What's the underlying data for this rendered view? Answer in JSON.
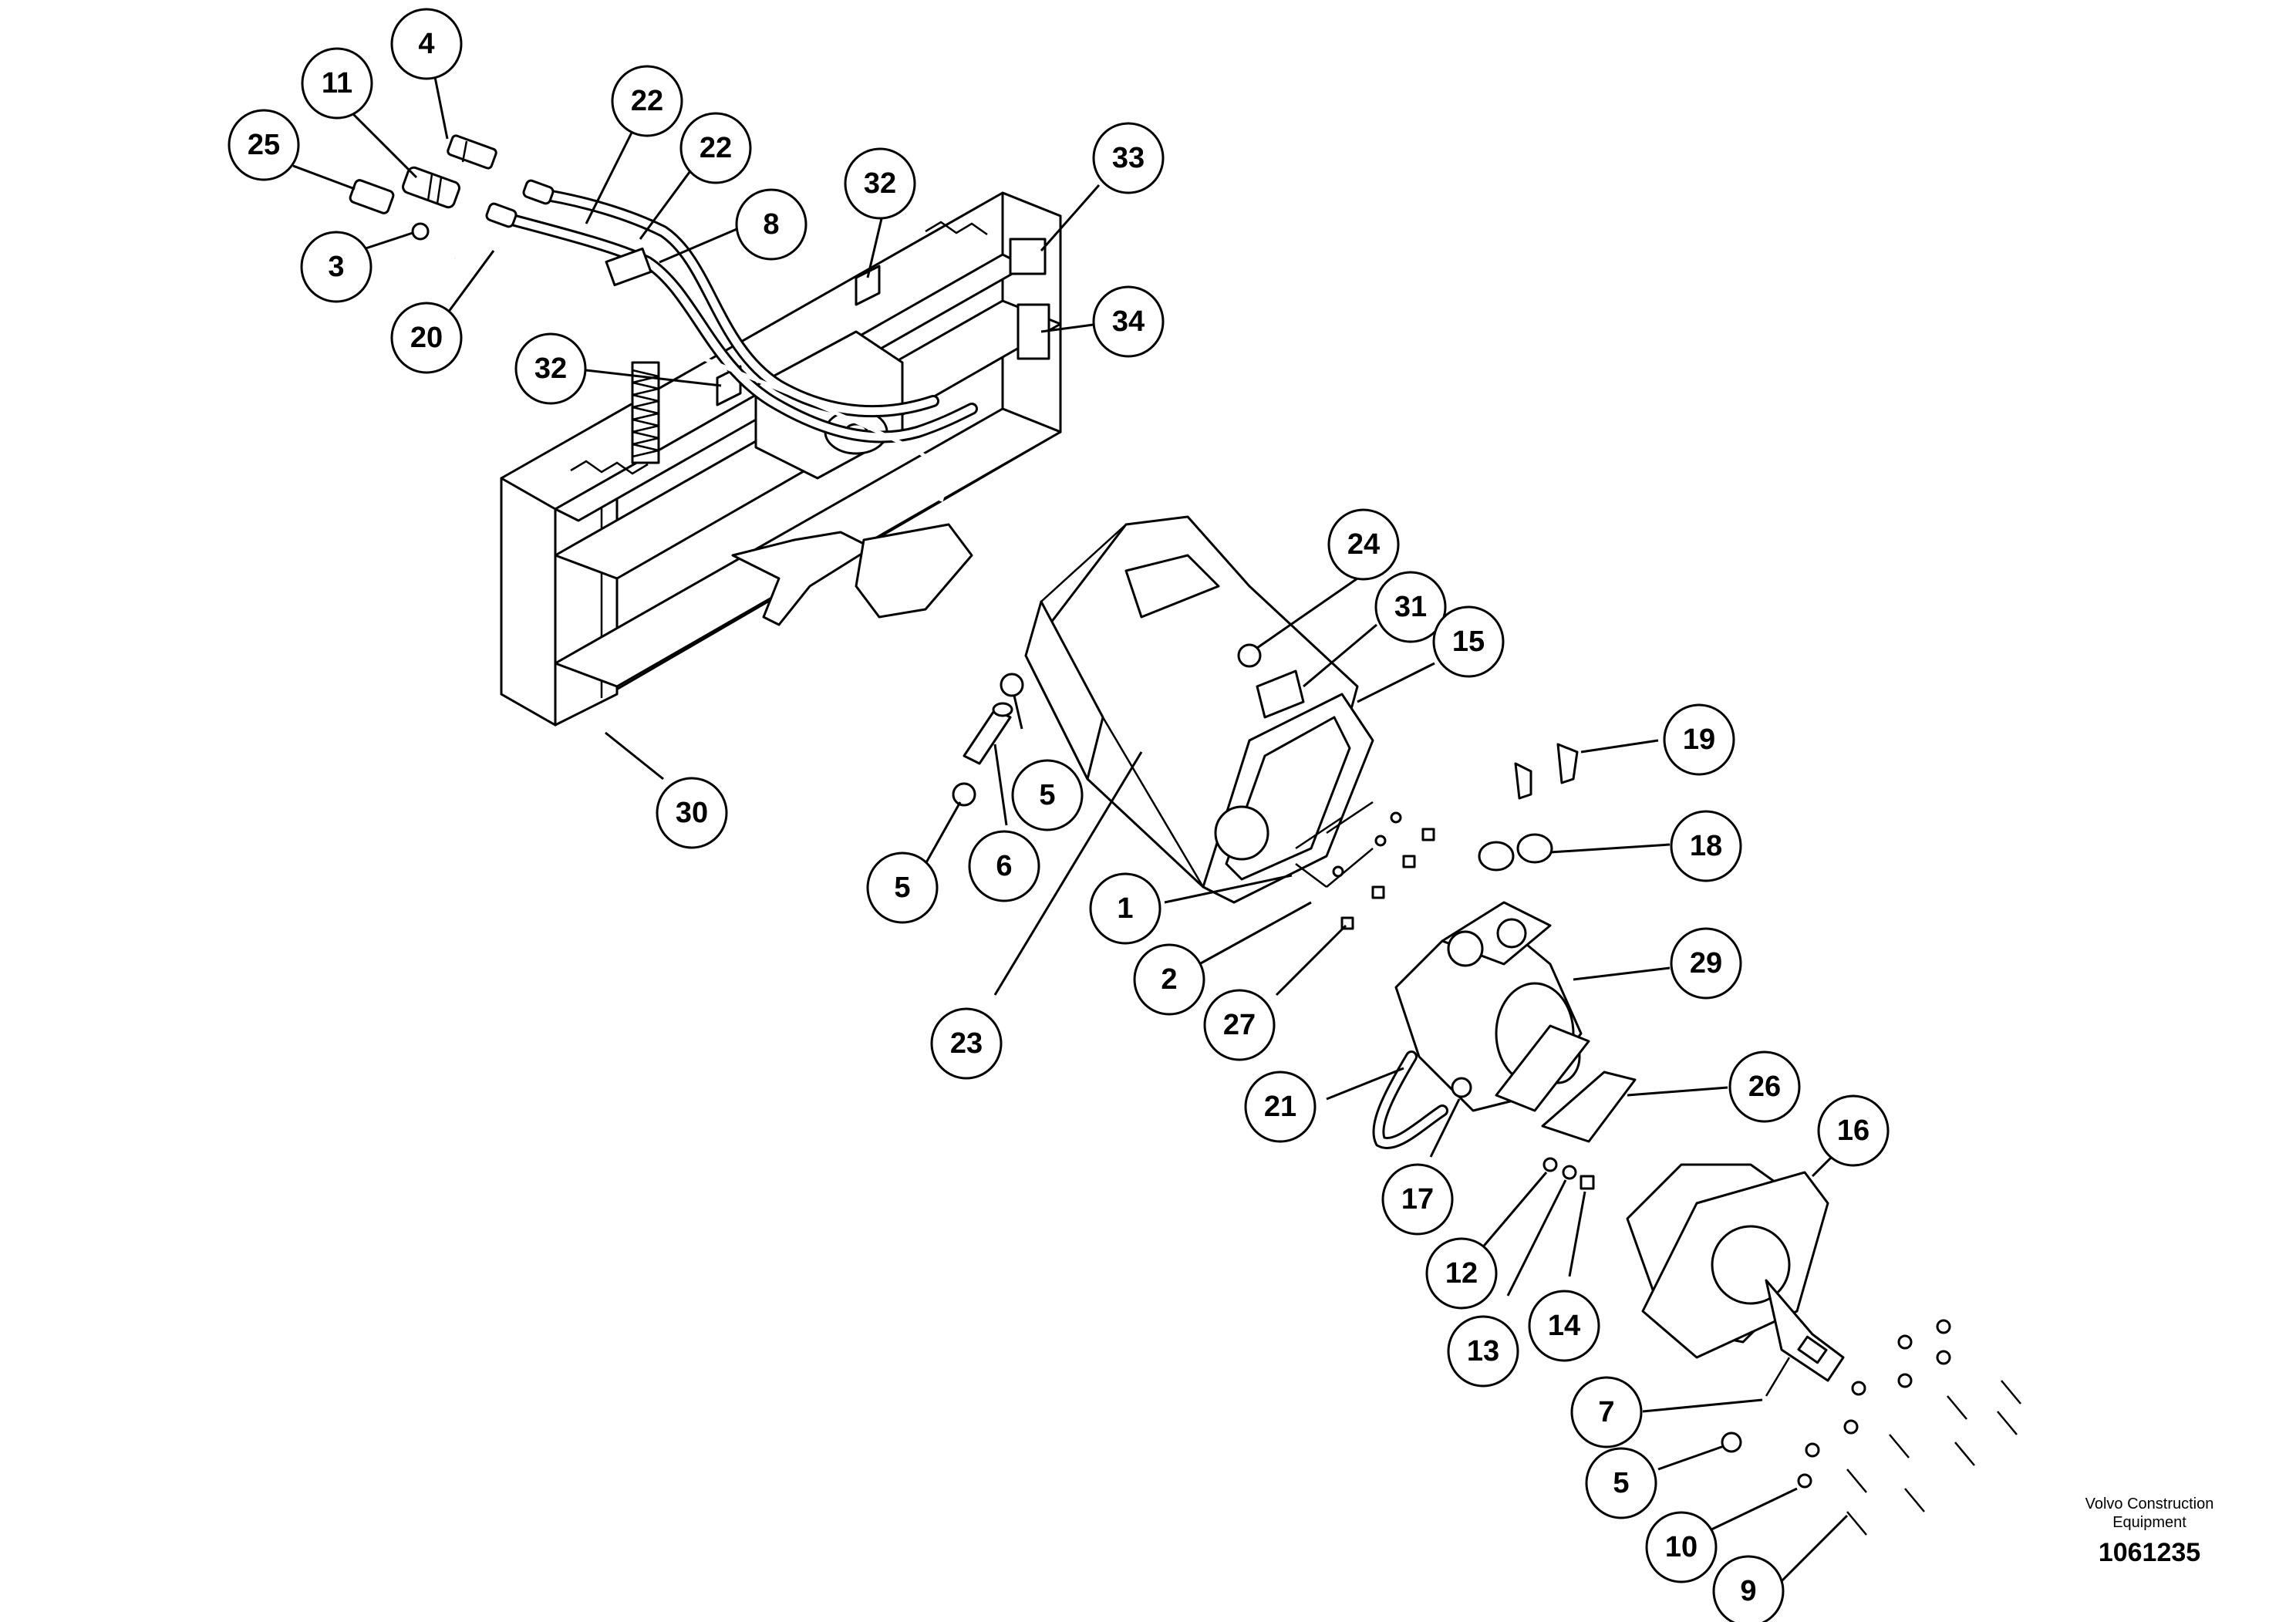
{
  "diagram": {
    "callouts": [
      {
        "id": "c4",
        "label": "4"
      },
      {
        "id": "c11",
        "label": "11"
      },
      {
        "id": "c25",
        "label": "25"
      },
      {
        "id": "c3",
        "label": "3"
      },
      {
        "id": "c20",
        "label": "20"
      },
      {
        "id": "c22a",
        "label": "22"
      },
      {
        "id": "c22b",
        "label": "22"
      },
      {
        "id": "c8",
        "label": "8"
      },
      {
        "id": "c32a",
        "label": "32"
      },
      {
        "id": "c33",
        "label": "33"
      },
      {
        "id": "c34",
        "label": "34"
      },
      {
        "id": "c32b",
        "label": "32"
      },
      {
        "id": "c30",
        "label": "30"
      },
      {
        "id": "c24",
        "label": "24"
      },
      {
        "id": "c31",
        "label": "31"
      },
      {
        "id": "c15",
        "label": "15"
      },
      {
        "id": "c5a",
        "label": "5"
      },
      {
        "id": "c6",
        "label": "6"
      },
      {
        "id": "c5b",
        "label": "5"
      },
      {
        "id": "c23",
        "label": "23"
      },
      {
        "id": "c1",
        "label": "1"
      },
      {
        "id": "c2",
        "label": "2"
      },
      {
        "id": "c27",
        "label": "27"
      },
      {
        "id": "c19",
        "label": "19"
      },
      {
        "id": "c18",
        "label": "18"
      },
      {
        "id": "c29",
        "label": "29"
      },
      {
        "id": "c26",
        "label": "26"
      },
      {
        "id": "c21",
        "label": "21"
      },
      {
        "id": "c17",
        "label": "17"
      },
      {
        "id": "c16",
        "label": "16"
      },
      {
        "id": "c12",
        "label": "12"
      },
      {
        "id": "c13",
        "label": "13"
      },
      {
        "id": "c14",
        "label": "14"
      },
      {
        "id": "c7",
        "label": "7"
      },
      {
        "id": "c5c",
        "label": "5"
      },
      {
        "id": "c10",
        "label": "10"
      },
      {
        "id": "c9",
        "label": "9"
      }
    ]
  },
  "credit": {
    "maker": "Volvo Construction Equipment",
    "doc_number": "1061235"
  }
}
